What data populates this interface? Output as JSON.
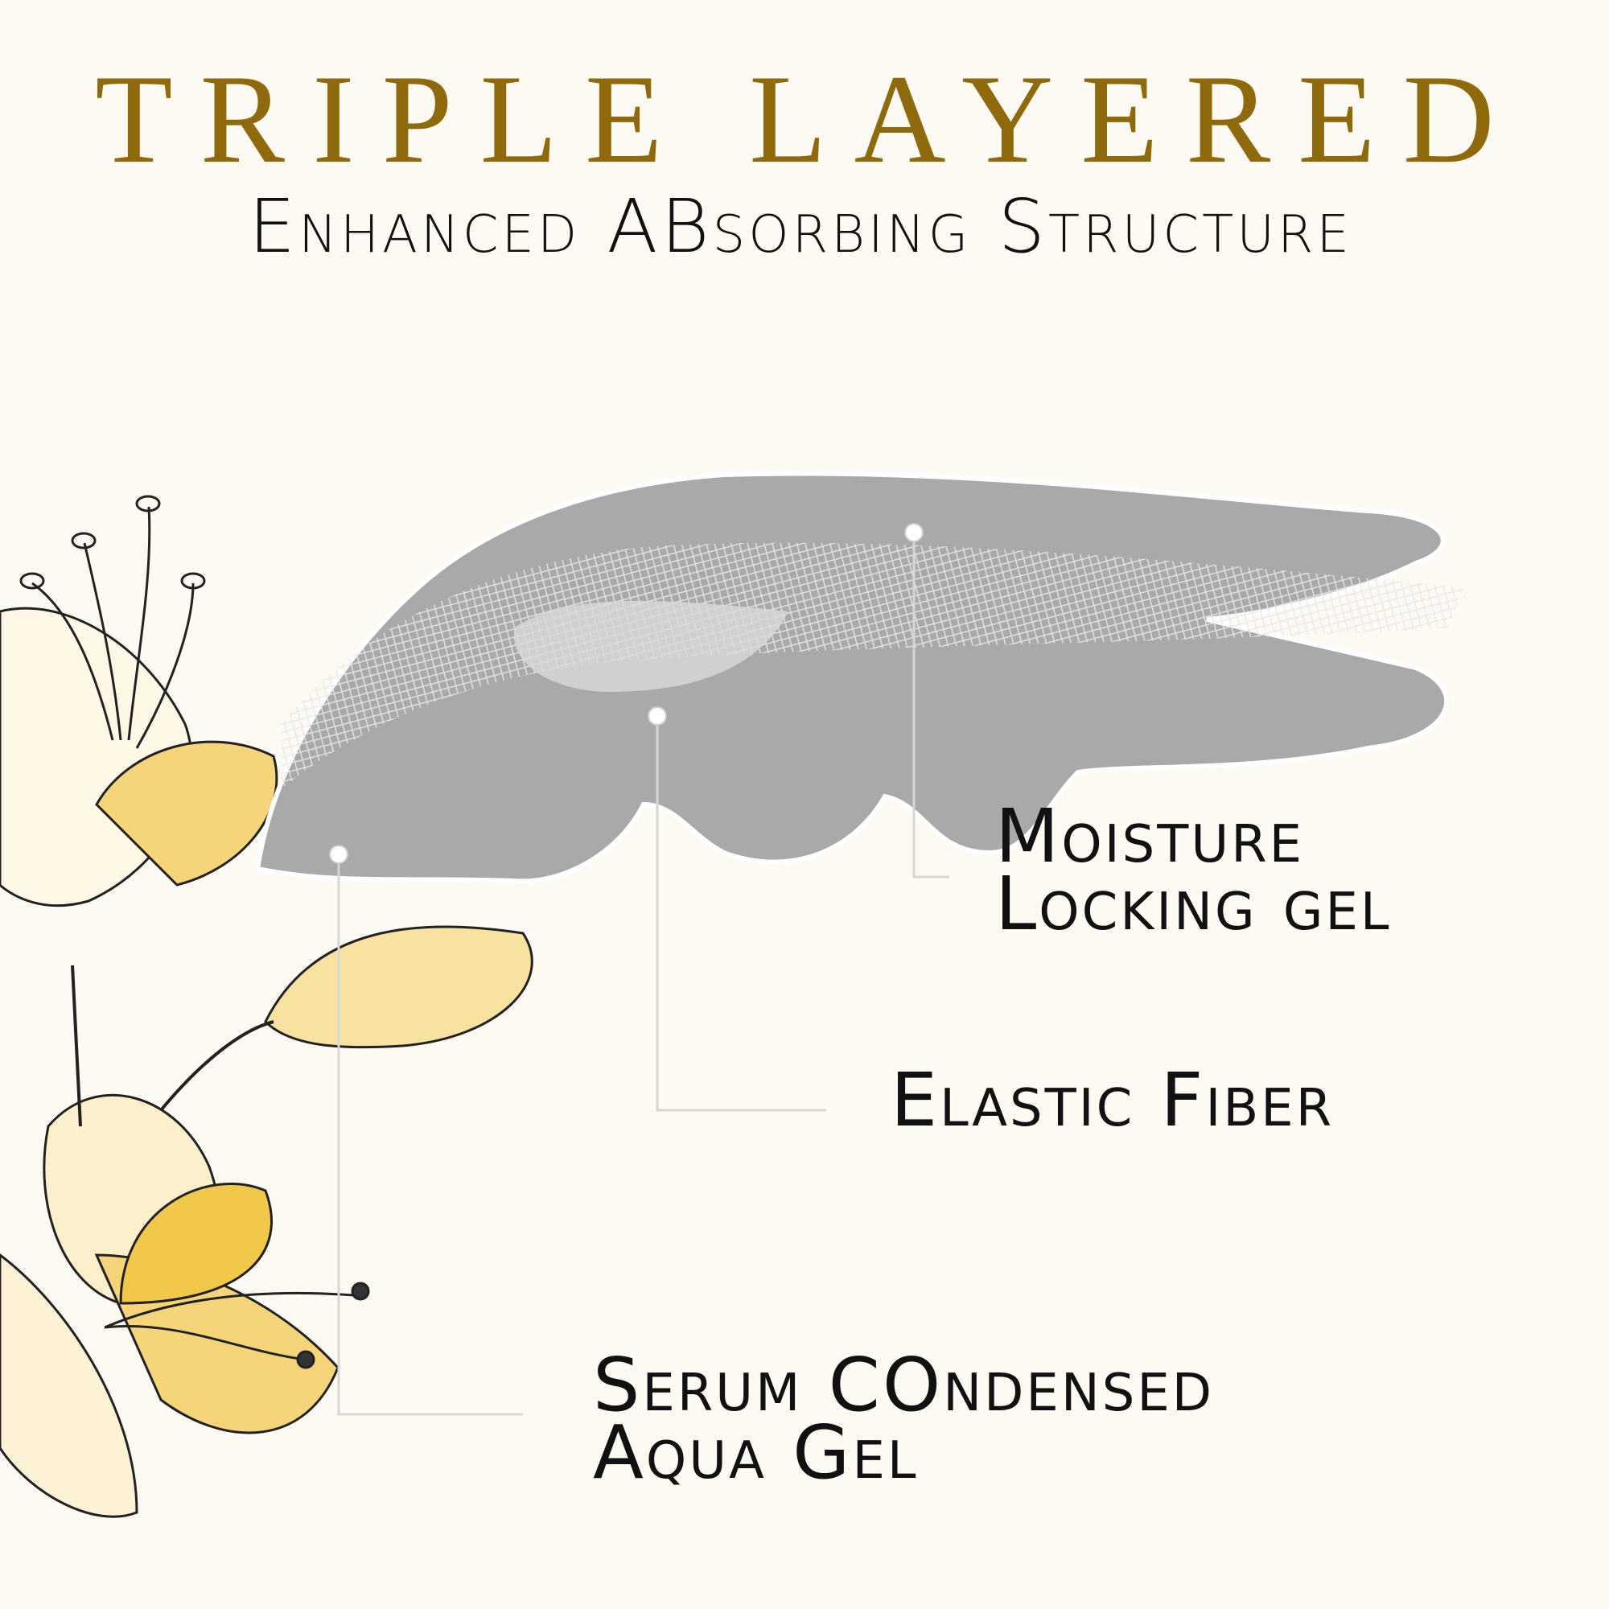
{
  "header": {
    "title": "TRIPLE LAYERED",
    "subtitle": "Enhanced ABsorbing Structure"
  },
  "layers": [
    {
      "line1": "Moisture",
      "line2": "Locking gel"
    },
    {
      "line1": "Elastic Fiber"
    },
    {
      "line1": "Serum COndensed",
      "line2": "Aqua Gel"
    }
  ],
  "colors": {
    "title": "#8f6a0c",
    "background": "#fdfaf3",
    "patch": "#a9a9a9",
    "accent_flower": "#f2c84b"
  }
}
